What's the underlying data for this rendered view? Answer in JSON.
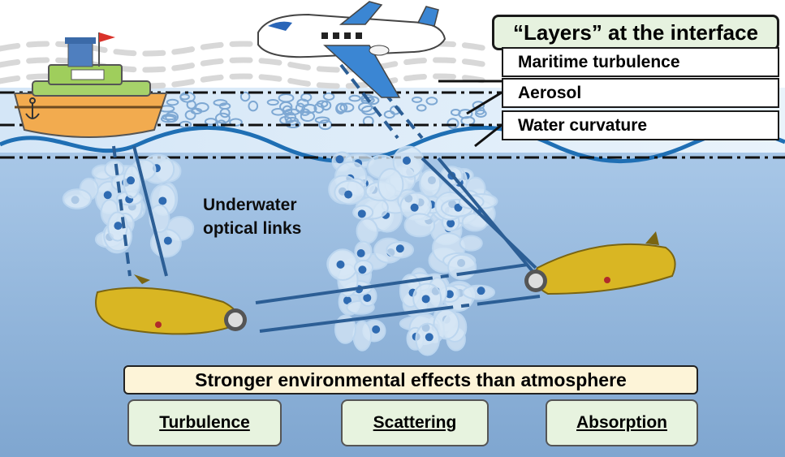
{
  "title": "“Layers” at the interface",
  "layers": [
    "Maritime turbulence",
    "Aerosol",
    "Water curvature"
  ],
  "underwater_label_line1": "Underwater",
  "underwater_label_line2": "optical links",
  "banner": "Stronger environmental effects than atmosphere",
  "effects": [
    "Turbulence",
    "Scattering",
    "Absorption"
  ],
  "colors": {
    "sea": "#94b7dc",
    "sky": "#ffffff",
    "wave": "#1e6fb3",
    "bubble": "#bdd6ef",
    "particle": "#2f6bb2",
    "link": "#2c5e95",
    "auv": "#d9b623",
    "ship_hull": "#f2ab4f",
    "ship_cabin": "#9fce5c"
  },
  "icons": [
    "airplane-icon",
    "ship-icon",
    "auv-left-icon",
    "auv-right-icon",
    "anchor-icon",
    "flag-icon"
  ]
}
